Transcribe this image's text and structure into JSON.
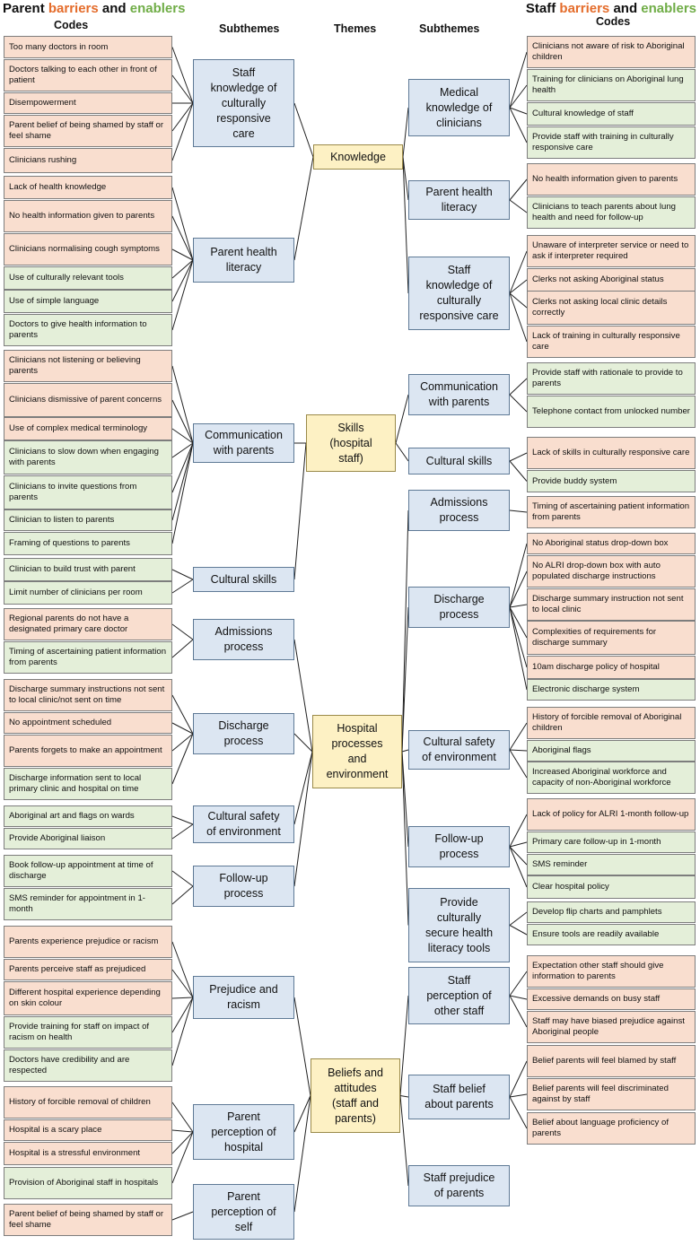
{
  "header": {
    "parent_title": {
      "a": "Parent ",
      "barriers": "barriers",
      "and": " and ",
      "enablers": "enablers"
    },
    "staff_title": {
      "a": "Staff ",
      "barriers": "barriers",
      "and": " and ",
      "enablers": "enablers"
    },
    "codes": "Codes",
    "subthemes": "Subthemes",
    "themes": "Themes",
    "colors": {
      "barrier": "#e46c2b",
      "enabler": "#70ad47",
      "barrier_fill": "#f9decf",
      "enabler_fill": "#e4efd9",
      "subtheme_fill": "#dce6f2",
      "theme_fill": "#fdf1c4"
    }
  },
  "themes": [
    "Knowledge",
    "Skills\n(hospital\nstaff)",
    "Hospital\nprocesses\nand\nenvironment",
    "Beliefs and\nattitudes\n(staff and\nparents)"
  ],
  "left_subthemes": [
    "Staff\nknowledge of\nculturally\nresponsive\ncare",
    "Parent health\nliteracy",
    "Communication\nwith parents",
    "Cultural skills",
    "Admissions\nprocess",
    "Discharge\nprocess",
    "Cultural safety\nof environment",
    "Follow-up\nprocess",
    "Prejudice and\nracism",
    "Parent\nperception of\nhospital",
    "Parent\nperception of\nself"
  ],
  "right_subthemes": [
    "Medical\nknowledge of\nclinicians",
    "Parent health\nliteracy",
    "Staff\nknowledge of\nculturally\nresponsive care",
    "Communication\nwith parents",
    "Cultural skills",
    "Admissions\nprocess",
    "Discharge\nprocess",
    "Cultural safety\nof environment",
    "Follow-up\nprocess",
    "Provide\nculturally\nsecure health\nliteracy tools",
    "Staff\nperception of\nother staff",
    "Staff belief\nabout parents",
    "Staff prejudice\nof parents"
  ],
  "left_codes": [
    {
      "text": "Too many doctors in room",
      "type": "barrier"
    },
    {
      "text": "Doctors talking to each other in front of patient",
      "type": "barrier"
    },
    {
      "text": "Disempowerment",
      "type": "barrier"
    },
    {
      "text": "Parent belief of being shamed by staff or feel shame",
      "type": "barrier"
    },
    {
      "text": "Clinicians rushing",
      "type": "barrier"
    },
    {
      "text": "Lack of health knowledge",
      "type": "barrier"
    },
    {
      "text": "No health information given to parents",
      "type": "barrier"
    },
    {
      "text": "Clinicians normalising cough symptoms",
      "type": "barrier"
    },
    {
      "text": "Use of culturally relevant tools",
      "type": "enabler"
    },
    {
      "text": "Use of simple language",
      "type": "enabler"
    },
    {
      "text": "Doctors to give health information to parents",
      "type": "enabler"
    },
    {
      "text": "Clinicians not listening or believing parents",
      "type": "barrier"
    },
    {
      "text": "Clinicians dismissive of parent concerns",
      "type": "barrier"
    },
    {
      "text": "Use of complex medical terminology",
      "type": "barrier"
    },
    {
      "text": "Clinicians to slow down when engaging with parents",
      "type": "enabler"
    },
    {
      "text": "Clinicians to invite questions from parents",
      "type": "enabler"
    },
    {
      "text": "Clinician to listen to parents",
      "type": "enabler"
    },
    {
      "text": "Framing of questions to parents",
      "type": "enabler"
    },
    {
      "text": "Clinician to build trust with parent",
      "type": "enabler"
    },
    {
      "text": "Limit number of clinicians per room",
      "type": "enabler"
    },
    {
      "text": "Regional parents do not have a designated primary care doctor",
      "type": "barrier"
    },
    {
      "text": "Timing of ascertaining patient information from parents",
      "type": "enabler"
    },
    {
      "text": "Discharge summary instructions not sent to local clinic/not sent on time",
      "type": "barrier"
    },
    {
      "text": "No appointment scheduled",
      "type": "barrier"
    },
    {
      "text": "Parents forgets to make an appointment",
      "type": "barrier"
    },
    {
      "text": "Discharge information sent to local primary clinic and hospital on time",
      "type": "enabler"
    },
    {
      "text": "Aboriginal art and flags on wards",
      "type": "enabler"
    },
    {
      "text": "Provide Aboriginal liaison",
      "type": "enabler"
    },
    {
      "text": "Book follow-up appointment at time of discharge",
      "type": "enabler"
    },
    {
      "text": "SMS reminder for appointment in 1-month",
      "type": "enabler"
    },
    {
      "text": "Parents experience prejudice or racism",
      "type": "barrier"
    },
    {
      "text": "Parents perceive staff as prejudiced",
      "type": "barrier"
    },
    {
      "text": "Different hospital experience depending on skin colour",
      "type": "barrier"
    },
    {
      "text": "Provide training for staff on impact of racism on health",
      "type": "enabler"
    },
    {
      "text": "Doctors have credibility and are respected",
      "type": "enabler"
    },
    {
      "text": "History of forcible removal of children",
      "type": "barrier"
    },
    {
      "text": "Hospital is a scary place",
      "type": "barrier"
    },
    {
      "text": "Hospital is a stressful environment",
      "type": "barrier"
    },
    {
      "text": "Provision of Aboriginal staff in hospitals",
      "type": "enabler"
    },
    {
      "text": "Parent belief of being shamed by staff or feel shame",
      "type": "barrier"
    }
  ],
  "right_codes": [
    {
      "text": "Clinicians not aware of risk to Aboriginal children",
      "type": "barrier"
    },
    {
      "text": "Training for clinicians on Aboriginal lung health",
      "type": "enabler"
    },
    {
      "text": "Cultural knowledge of staff",
      "type": "enabler"
    },
    {
      "text": "Provide staff with training in culturally responsive care",
      "type": "enabler"
    },
    {
      "text": "No health information given to parents",
      "type": "barrier"
    },
    {
      "text": "Clinicians to teach parents about lung health and need for follow-up",
      "type": "enabler"
    },
    {
      "text": "Unaware of interpreter service or need to ask if interpreter required",
      "type": "barrier"
    },
    {
      "text": "Clerks not asking Aboriginal status",
      "type": "barrier"
    },
    {
      "text": "Clerks not asking local clinic details correctly",
      "type": "barrier"
    },
    {
      "text": "Lack of training in culturally responsive care",
      "type": "barrier"
    },
    {
      "text": "Provide staff with rationale to provide to parents",
      "type": "enabler"
    },
    {
      "text": "Telephone contact from unlocked number",
      "type": "enabler"
    },
    {
      "text": "Lack of skills in culturally responsive care",
      "type": "barrier"
    },
    {
      "text": "Provide buddy system",
      "type": "enabler"
    },
    {
      "text": "Timing of ascertaining patient information from parents",
      "type": "barrier"
    },
    {
      "text": "No Aboriginal status drop-down box",
      "type": "barrier"
    },
    {
      "text": "No ALRI drop-down box with auto populated discharge instructions",
      "type": "barrier"
    },
    {
      "text": "Discharge summary instruction not sent to local clinic",
      "type": "barrier"
    },
    {
      "text": "Complexities of requirements for discharge summary",
      "type": "barrier"
    },
    {
      "text": "10am discharge policy of hospital",
      "type": "barrier"
    },
    {
      "text": "Electronic discharge system",
      "type": "enabler"
    },
    {
      "text": "History of forcible removal of Aboriginal children",
      "type": "barrier"
    },
    {
      "text": "Aboriginal flags",
      "type": "enabler"
    },
    {
      "text": "Increased Aboriginal workforce and capacity of non-Aboriginal workforce",
      "type": "enabler"
    },
    {
      "text": "Lack of policy for ALRI 1-month follow-up",
      "type": "barrier"
    },
    {
      "text": "Primary care follow-up in 1-month",
      "type": "enabler"
    },
    {
      "text": "SMS reminder",
      "type": "enabler"
    },
    {
      "text": "Clear hospital policy",
      "type": "enabler"
    },
    {
      "text": "Develop flip charts and pamphlets",
      "type": "enabler"
    },
    {
      "text": "Ensure tools are readily available",
      "type": "enabler"
    },
    {
      "text": "Expectation other staff should give information to parents",
      "type": "barrier"
    },
    {
      "text": "Excessive demands on busy staff",
      "type": "barrier"
    },
    {
      "text": "Staff may have biased prejudice against Aboriginal people",
      "type": "barrier"
    },
    {
      "text": "Belief parents will feel blamed by staff",
      "type": "barrier"
    },
    {
      "text": "Belief parents will feel discriminated against by staff",
      "type": "barrier"
    },
    {
      "text": "Belief about language proficiency of parents",
      "type": "barrier"
    }
  ]
}
